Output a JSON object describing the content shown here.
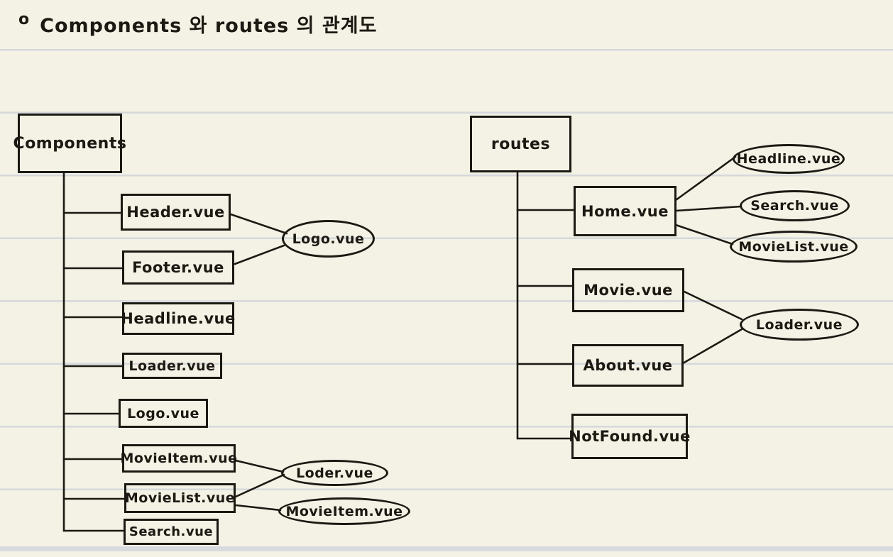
{
  "title": {
    "bullet": "o",
    "text": "Components 와 routes 의 관계도"
  },
  "colors": {
    "paper": "#f4f2e5",
    "rule_line": "#d6d8dc",
    "rule_bottom_line": "#d8dadd",
    "ink": "#1b1912"
  },
  "left_tree": {
    "root": {
      "label": "Components"
    },
    "children": [
      {
        "label": "Header.vue"
      },
      {
        "label": "Footer.vue"
      },
      {
        "label": "Headline.vue"
      },
      {
        "label": "Loader.vue"
      },
      {
        "label": "Logo.vue"
      },
      {
        "label": "MovieItem.vue"
      },
      {
        "label": "MovieList.vue"
      },
      {
        "label": "Search.vue"
      }
    ],
    "shared_ellipses": [
      {
        "label": "Logo.vue",
        "used_by": [
          "Header.vue",
          "Footer.vue"
        ]
      },
      {
        "label": "Loder.vue",
        "used_by": [
          "MovieItem.vue",
          "MovieList.vue"
        ]
      },
      {
        "label": "MovieItem.vue",
        "used_by": [
          "MovieList.vue"
        ]
      }
    ]
  },
  "right_tree": {
    "root": {
      "label": "routes"
    },
    "children": [
      {
        "label": "Home.vue"
      },
      {
        "label": "Movie.vue"
      },
      {
        "label": "About.vue"
      },
      {
        "label": "NotFound.vue"
      }
    ],
    "shared_ellipses": [
      {
        "label": "Headline.vue",
        "used_by": [
          "Home.vue"
        ]
      },
      {
        "label": "Search.vue",
        "used_by": [
          "Home.vue"
        ]
      },
      {
        "label": "MovieList.vue",
        "used_by": [
          "Home.vue"
        ]
      },
      {
        "label": "Loader.vue",
        "used_by": [
          "Movie.vue",
          "About.vue"
        ]
      }
    ]
  }
}
